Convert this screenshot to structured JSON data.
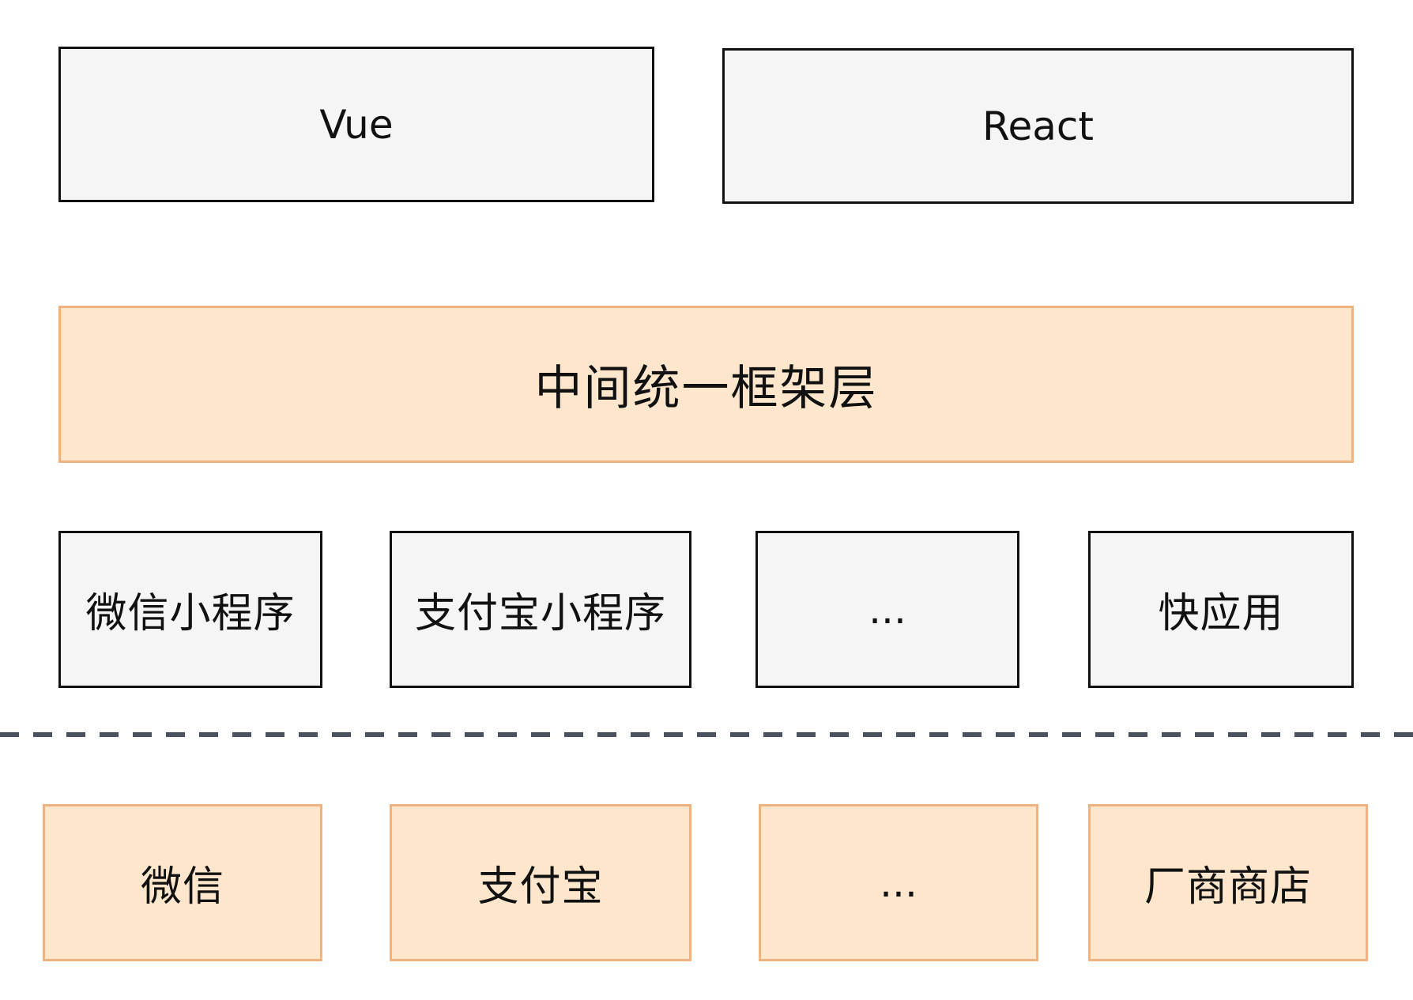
{
  "framework_layer": {
    "items": [
      "Vue",
      "React"
    ]
  },
  "unified_layer": {
    "label": "中间统一框架层"
  },
  "mini_program_layer": {
    "items": [
      "微信小程序",
      "支付宝小程序",
      "...",
      "快应用"
    ]
  },
  "host_layer": {
    "items": [
      "微信",
      "支付宝",
      "...",
      "厂商商店"
    ]
  },
  "colors": {
    "gray_fill": "#f5f5f5",
    "gray_border": "#111111",
    "orange_fill": "#fde6cc",
    "orange_border": "#f0b27e",
    "divider": "#4a5260"
  }
}
